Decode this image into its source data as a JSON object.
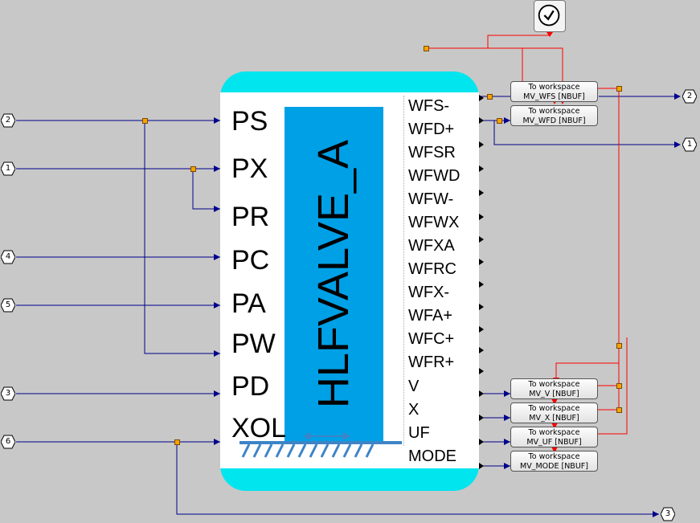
{
  "block": {
    "title": "HLFVALVE_A",
    "inputs": [
      "PS",
      "PX",
      "PR",
      "PC",
      "PA",
      "PW",
      "PD",
      "XOL"
    ],
    "outputs": [
      "WFS-",
      "WFD+",
      "WFSR",
      "WFWD",
      "WFW-",
      "WFWX",
      "WFXA",
      "WFRC",
      "WFX-",
      "WFA+",
      "WFC+",
      "WFR+",
      "V",
      "X",
      "UF",
      "MODE"
    ]
  },
  "inports": {
    "p2": "2",
    "p1": "1",
    "p4": "4",
    "p5": "5",
    "p3": "3",
    "p6": "6"
  },
  "outports": {
    "o2": "2",
    "o1": "1",
    "o3": "3"
  },
  "workspace_blocks": [
    {
      "line1": "To workspace",
      "line2": "MV_WFS [NBUF]"
    },
    {
      "line1": "To workspace",
      "line2": "MV_WFD [NBUF]"
    },
    {
      "line1": "To workspace",
      "line2": "MV_V [NBUF]"
    },
    {
      "line1": "To workspace",
      "line2": "MV_X [NBUF]"
    },
    {
      "line1": "To workspace",
      "line2": "MV_UF [NBUF]"
    },
    {
      "line1": "To workspace",
      "line2": "MV_MODE [NBUF]"
    }
  ],
  "colors": {
    "canvas": "#c8c8c8",
    "signal_wire": "#00008b",
    "event_wire": "#ff0000",
    "block_border": "#00e5ee",
    "title_panel": "#00a0e6"
  },
  "icons": {
    "clock": "clock-icon",
    "ground": "hatched-ground-icon",
    "motion": "double-arrow-icon"
  }
}
